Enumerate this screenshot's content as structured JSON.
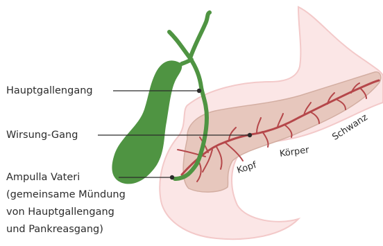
{
  "labels": {
    "hauptgallengang": "Hauptgallengang",
    "wirsung": "Wirsung-Gang",
    "ampulla": [
      "Ampulla Vateri",
      "(gemeinsame Mündung",
      "von Hauptgallengang",
      "und Pankreasgang)"
    ]
  },
  "regions": {
    "kopf": "Kopf",
    "koerper": "Körper",
    "schwanz": "Schwanz"
  },
  "colors": {
    "duodenum_fill": "#fbe6e6",
    "duodenum_stroke": "#f3c9c9",
    "pancreas_fill": "#e7c7bd",
    "pancreas_stroke": "#d3aea2",
    "duct": "#b5474a",
    "gallbladder": "#4f9442",
    "bile_duct": "#4f9442",
    "leader": "#2b2b2b"
  }
}
